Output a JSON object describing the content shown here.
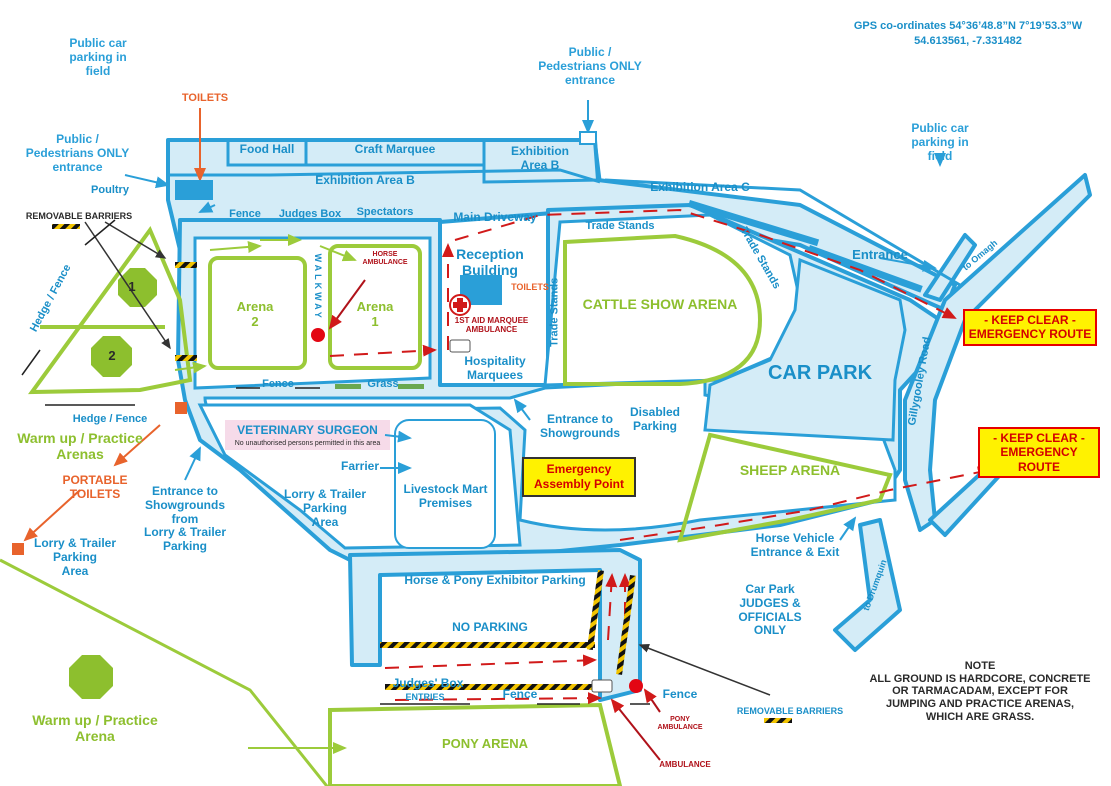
{
  "gps": {
    "line1": "GPS co-ordinates 54°36’48.8”N 7°19’53.3”W",
    "line2": "54.613561, -7.331482"
  },
  "parking": {
    "public_field_left": "Public car\nparking in\nfield",
    "public_field_right": "Public car\nparking in\nfield",
    "car_park": "CAR PARK",
    "lorry_trailer_left": "Lorry & Trailer\nParking\nArea",
    "lorry_trailer_center": "Lorry & Trailer\nParking\nArea",
    "disabled": "Disabled\nParking",
    "horse_pony": "Horse & Pony Exhibitor Parking",
    "no_parking": "NO PARKING",
    "judges_officials": "Car Park\nJUDGES & OFFICIALS\nONLY"
  },
  "entrances": {
    "pedestrians_left": "Public /\nPedestrians ONLY\nentrance",
    "pedestrians_top": "Public /\nPedestrians ONLY\nentrance",
    "entrance_main": "Entrance",
    "entrance_showgrounds": "Entrance to\nShowgrounds",
    "entrance_lorry": "Entrance to\nShowgrounds\nfrom\nLorry & Trailer\nParking",
    "horse_vehicle": "Horse Vehicle\nEntrance & Exit"
  },
  "areas": {
    "food_hall": "Food Hall",
    "craft_marquee": "Craft Marquee",
    "exhibition_b": "Exhibition Area B",
    "exhibition_b2": "Exhibition\nArea B",
    "exhibition_c": "Exhibition Area C",
    "poultry": "Poultry",
    "fence": "Fence",
    "judges_box": "Judges Box",
    "spectators": "Spectators",
    "main_driveway": "Main Driveway",
    "trade_stands_top": "Trade Stands",
    "trade_stands_side": "Trade Stands",
    "trade_stands_right": "Trade Stands",
    "reception": "Reception\nBuilding",
    "hospitality": "Hospitality\nMarquees",
    "cattle_arena": "CATTLE SHOW ARENA",
    "sheep_arena": "SHEEP ARENA",
    "arena1": "Arena\n1",
    "arena2": "Arena\n2",
    "walkway": "WALKWAY",
    "fence_lower": "Fence",
    "grass": "Grass",
    "hedge_fence_side": "Hedge / Fence",
    "hedge_fence_bottom": "Hedge / Fence",
    "warmup_arenas": "Warm up / Practice\nArenas",
    "warmup_arena": "Warm up / Practice\nArena",
    "vet": "VETERINARY SURGEON",
    "vet_note": "No unauthorised persons permitted in this area",
    "farrier": "Farrier",
    "livestock": "Livestock Mart\nPremises",
    "gillygooley": "Gillygooley Road",
    "omagh": "to Omagh",
    "drumquin": "to Drumquin",
    "pony_arena": "PONY ARENA",
    "judges_box_pony": "Judges' Box",
    "entries": "ENTRIES",
    "fence_pony1": "Fence",
    "fence_pony2": "Fence",
    "practice1": "1",
    "practice2": "2"
  },
  "services": {
    "toilets_top": "TOILETS",
    "toilets_reception": "TOILETS",
    "portable_toilets": "PORTABLE\nTOILETS",
    "horse_ambulance": "HORSE\nAMBULANCE",
    "first_aid": "1ST AID MARQUEE\nAMBULANCE",
    "pony_ambulance": "PONY\nAMBULANCE",
    "ambulance": "AMBULANCE",
    "removable_barriers_top": "REMOVABLE BARRIERS",
    "removable_barriers_bottom": "REMOVABLE BARRIERS"
  },
  "notices": {
    "keep_clear_1": "- KEEP CLEAR -\nEMERGENCY ROUTE",
    "keep_clear_2": "- KEEP CLEAR -\nEMERGENCY ROUTE",
    "assembly": "Emergency\nAssembly Point",
    "note": "NOTE\nALL GROUND IS HARDCORE, CONCRETE\nOR TARMACADAM, EXCEPT FOR\nJUMPING AND PRACTICE ARENAS,\nWHICH ARE GRASS."
  },
  "colors": {
    "road_fill": "#d4ecf7",
    "road_edge": "#2a9fd8",
    "arena_edge": "#9ccb3b",
    "route_red": "#d11a1a",
    "highlight_yellow": "#fff200"
  }
}
